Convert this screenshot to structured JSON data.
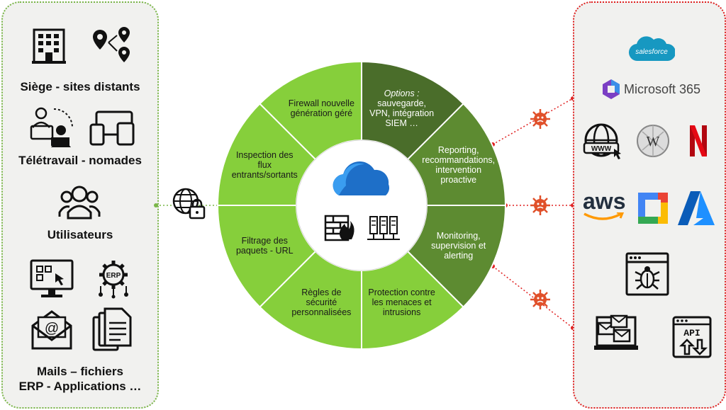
{
  "left": {
    "sites_label": "Siège - sites distants",
    "remote_label": "Télétravail - nomades",
    "users_label": "Utilisateurs",
    "files_label_1": "Mails – fichiers",
    "files_label_2": "ERP - Applications …",
    "erp_badge": "ERP"
  },
  "wheel": {
    "segments": [
      {
        "italic": "Options :",
        "text": "sauvegarde,\nVPN, intégration\nSIEM …"
      },
      {
        "text": "Reporting,\nrecommandations,\nintervention\nproactive"
      },
      {
        "text": "Monitoring,\nsupervision et\nalerting"
      },
      {
        "text": "Protection contre\nles menaces et\nintrusions"
      },
      {
        "text": "Règles de\nsécurité\npersonnalisées"
      },
      {
        "text": "Filtrage des\npaquets - URL"
      },
      {
        "text": "Inspection des\nflux\nentrants/sortants"
      },
      {
        "text": "Firewall nouvelle\ngénération géré"
      }
    ]
  },
  "right": {
    "salesforce": "salesforce",
    "microsoft": "Microsoft 365",
    "aws": "aws",
    "api": "API",
    "www": "WWW"
  },
  "colors": {
    "left_border": "#7ab648",
    "right_border": "#e02020",
    "wheel_light": "#86cf3b",
    "wheel_dark": "#5d8b31",
    "wheel_darkest": "#4a6d2a",
    "virus": "#e0502a"
  }
}
